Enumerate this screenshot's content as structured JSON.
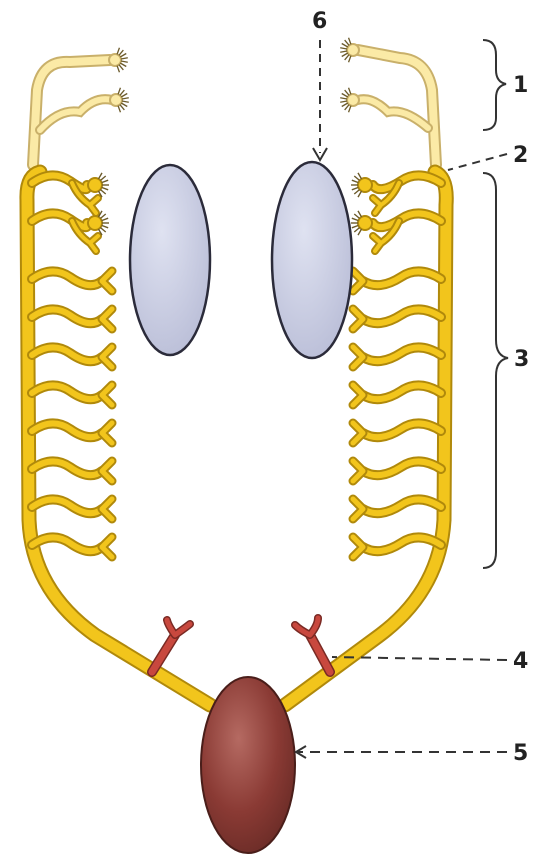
{
  "labels": {
    "l1": "1",
    "l2": "2",
    "l3": "3",
    "l4": "4",
    "l5": "5",
    "l6": "6"
  },
  "colors": {
    "duct": "#f2c51c",
    "duct_outline": "#b0890b",
    "pale_tubule": "#fbeaa6",
    "pale_outline": "#c9b06a",
    "gonad": "#c9cde3",
    "gonad_outline": "#2b2b3a",
    "branch": "#c8483e",
    "bulb": "#8a3a34",
    "line": "#333333"
  },
  "counts": {
    "pale_tubules_per_side": 2,
    "glomerular_tubules_per_side": 2,
    "plain_tubules_per_side": 8
  }
}
